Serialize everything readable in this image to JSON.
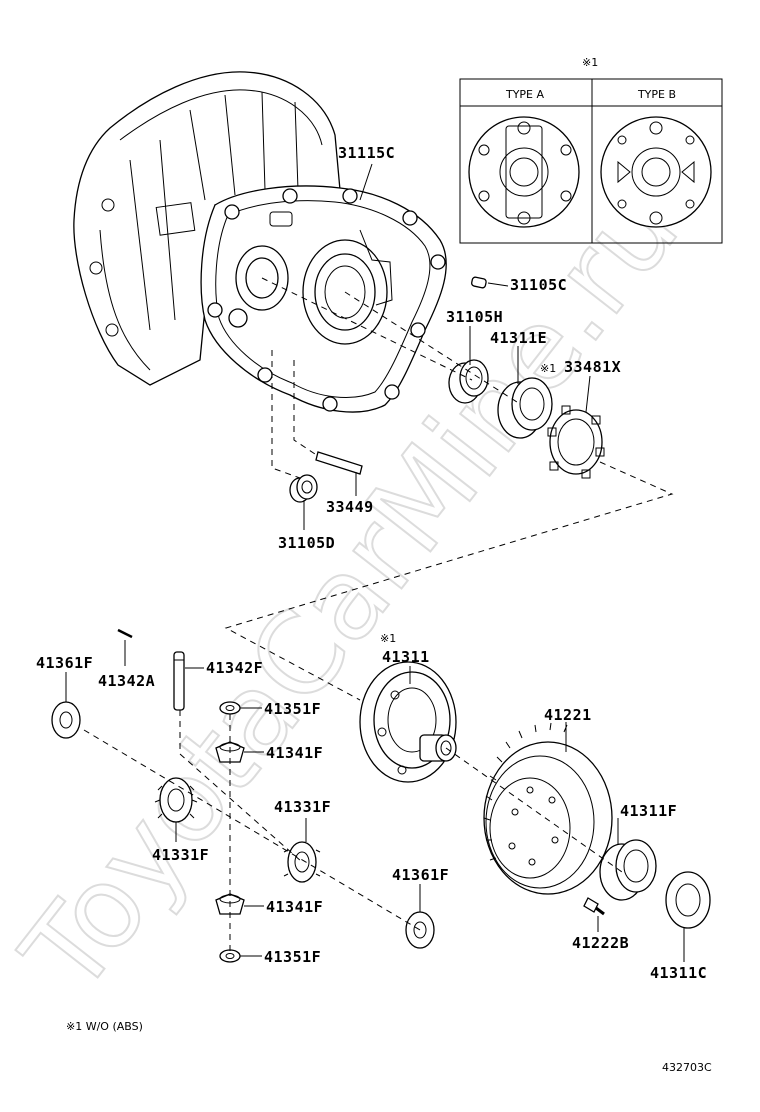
{
  "watermark": "ToyotaCarMine.ru",
  "figure_code": "432703C",
  "footnote": "※1 W/O (ABS)",
  "inset": {
    "mark": "※1",
    "type_a": "TYPE A",
    "type_b": "TYPE B"
  },
  "labels": {
    "p31115C": "31115C",
    "p31105C": "31105C",
    "p31105H": "31105H",
    "p41311E": "41311E",
    "p33481X": "33481X",
    "p33481X_mark": "※1",
    "p33449": "33449",
    "p31105D": "31105D",
    "p41361F_left": "41361F",
    "p41342A": "41342A",
    "p41342F": "41342F",
    "p41311": "41311",
    "p41311_mark": "※1",
    "p41351F_top": "41351F",
    "p41341F_top": "41341F",
    "p41221": "41221",
    "p41331F_right": "41331F",
    "p41311F": "41311F",
    "p41331F_left": "41331F",
    "p41361F_right": "41361F",
    "p41341F_bottom": "41341F",
    "p41222B": "41222B",
    "p41351F_bottom": "41351F",
    "p41311C": "41311C"
  }
}
